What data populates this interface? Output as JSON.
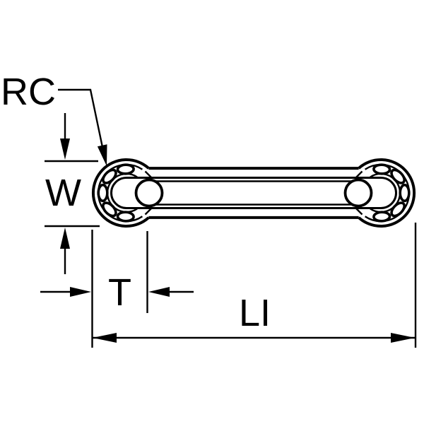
{
  "drawing": {
    "title": "grooving-insert-top-view",
    "background_color": "#ffffff",
    "line_color": "#000000",
    "dimension_labels": {
      "corner_radius": "RC",
      "width": "W",
      "seat_depth": "T",
      "insert_length": "LI"
    }
  }
}
